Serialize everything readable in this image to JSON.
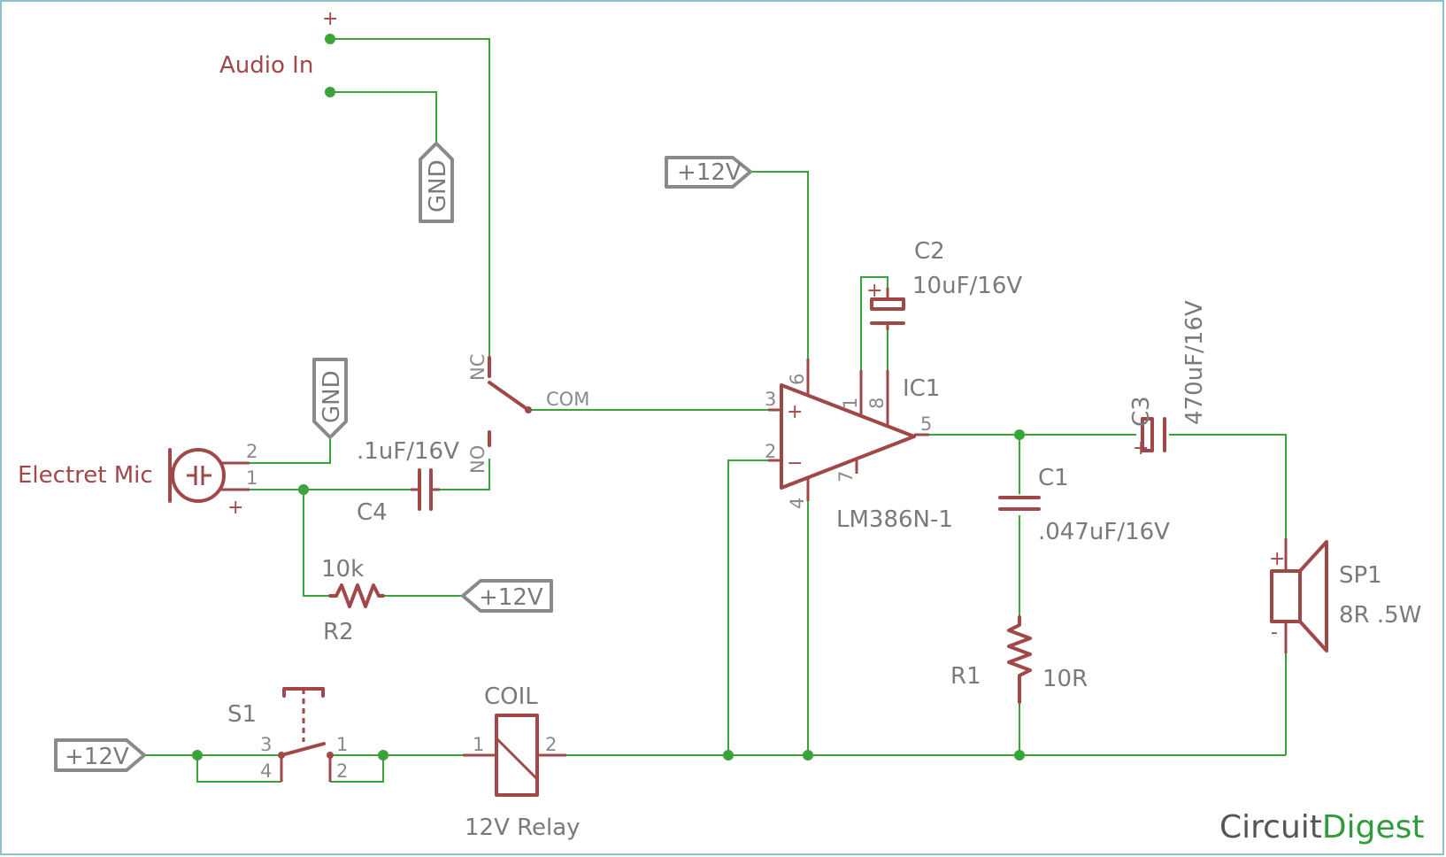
{
  "audio_in": {
    "label": "Audio In",
    "plus": "+"
  },
  "gnd_ports": [
    "GND",
    "GND"
  ],
  "supply_ports": [
    "+12V",
    "+12V",
    "+12V"
  ],
  "mic": {
    "name": "Electret Mic",
    "pin1": "1",
    "pin2": "2",
    "plus": "+"
  },
  "c4": {
    "name": "C4",
    "value": ".1uF/16V"
  },
  "r2": {
    "name": "R2",
    "value": "10k"
  },
  "relay": {
    "name": "12V Relay",
    "coil_label": "COIL",
    "coil_pin1": "1",
    "coil_pin2": "2",
    "nc": "NC",
    "no": "NO",
    "com": "COM"
  },
  "s1": {
    "name": "S1",
    "pin1": "1",
    "pin2": "2",
    "pin3": "3",
    "pin4": "4"
  },
  "ic1": {
    "name": "IC1",
    "part": "LM386N-1",
    "pin1": "1",
    "pin2": "2",
    "pin3": "3",
    "pin4": "4",
    "pin5": "5",
    "pin6": "6",
    "pin7": "7",
    "pin8": "8",
    "plus": "+",
    "minus": "−"
  },
  "c2": {
    "name": "C2",
    "value": "10uF/16V",
    "plus": "+"
  },
  "c1": {
    "name": "C1",
    "value": ".047uF/16V"
  },
  "r1": {
    "name": "R1",
    "value": "10R"
  },
  "c3": {
    "name": "C3",
    "value": "470uF/16V",
    "plus": "+"
  },
  "sp1": {
    "name": "SP1",
    "value": "8R .5W",
    "plus": "+",
    "minus": "-"
  },
  "logo": {
    "part1": "Circuit",
    "part2": "Digest"
  },
  "colors": {
    "wire": "#3aa33a",
    "component": "#a04848",
    "port": "#8a8a8a",
    "frame": "#8fc2c6"
  }
}
